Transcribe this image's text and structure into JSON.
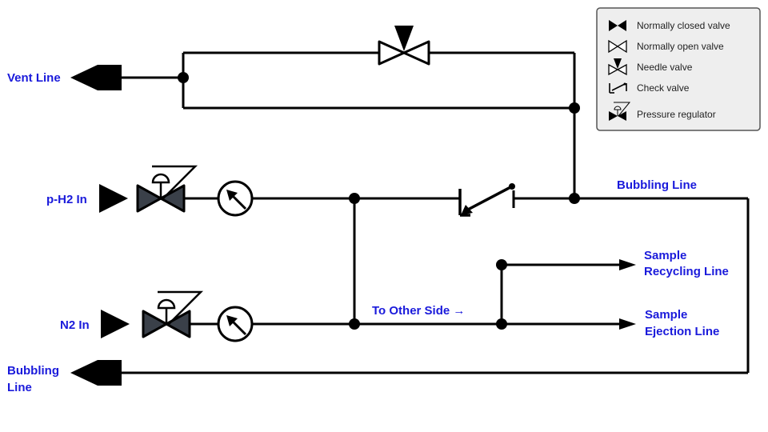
{
  "labels": {
    "vent_line": "Vent Line",
    "ph2_in": "p-H2 In",
    "n2_in": "N2 In",
    "bubbling_line_top": "Bubbling Line",
    "bubbling_line_bottom_1": "Bubbling",
    "bubbling_line_bottom_2": "Line",
    "sample_recycling_1": "Sample",
    "sample_recycling_2": "Recycling Line",
    "sample_ejection_1": "Sample",
    "sample_ejection_2": "Ejection Line",
    "to_other_side": "To Other Side →"
  },
  "legend": {
    "items": [
      {
        "label": "Normally closed valve",
        "icon": "normally-closed-valve-icon"
      },
      {
        "label": "Normally open valve",
        "icon": "normally-open-valve-icon"
      },
      {
        "label": "Needle valve",
        "icon": "needle-valve-icon"
      },
      {
        "label": "Check valve",
        "icon": "check-valve-icon"
      },
      {
        "label": "Pressure regulator",
        "icon": "pressure-regulator-icon"
      }
    ]
  },
  "colors": {
    "label_blue": "#1a1adb",
    "pipe": "#000000",
    "valve_dark": "#3a4049",
    "legend_bg": "#eeeeee"
  }
}
